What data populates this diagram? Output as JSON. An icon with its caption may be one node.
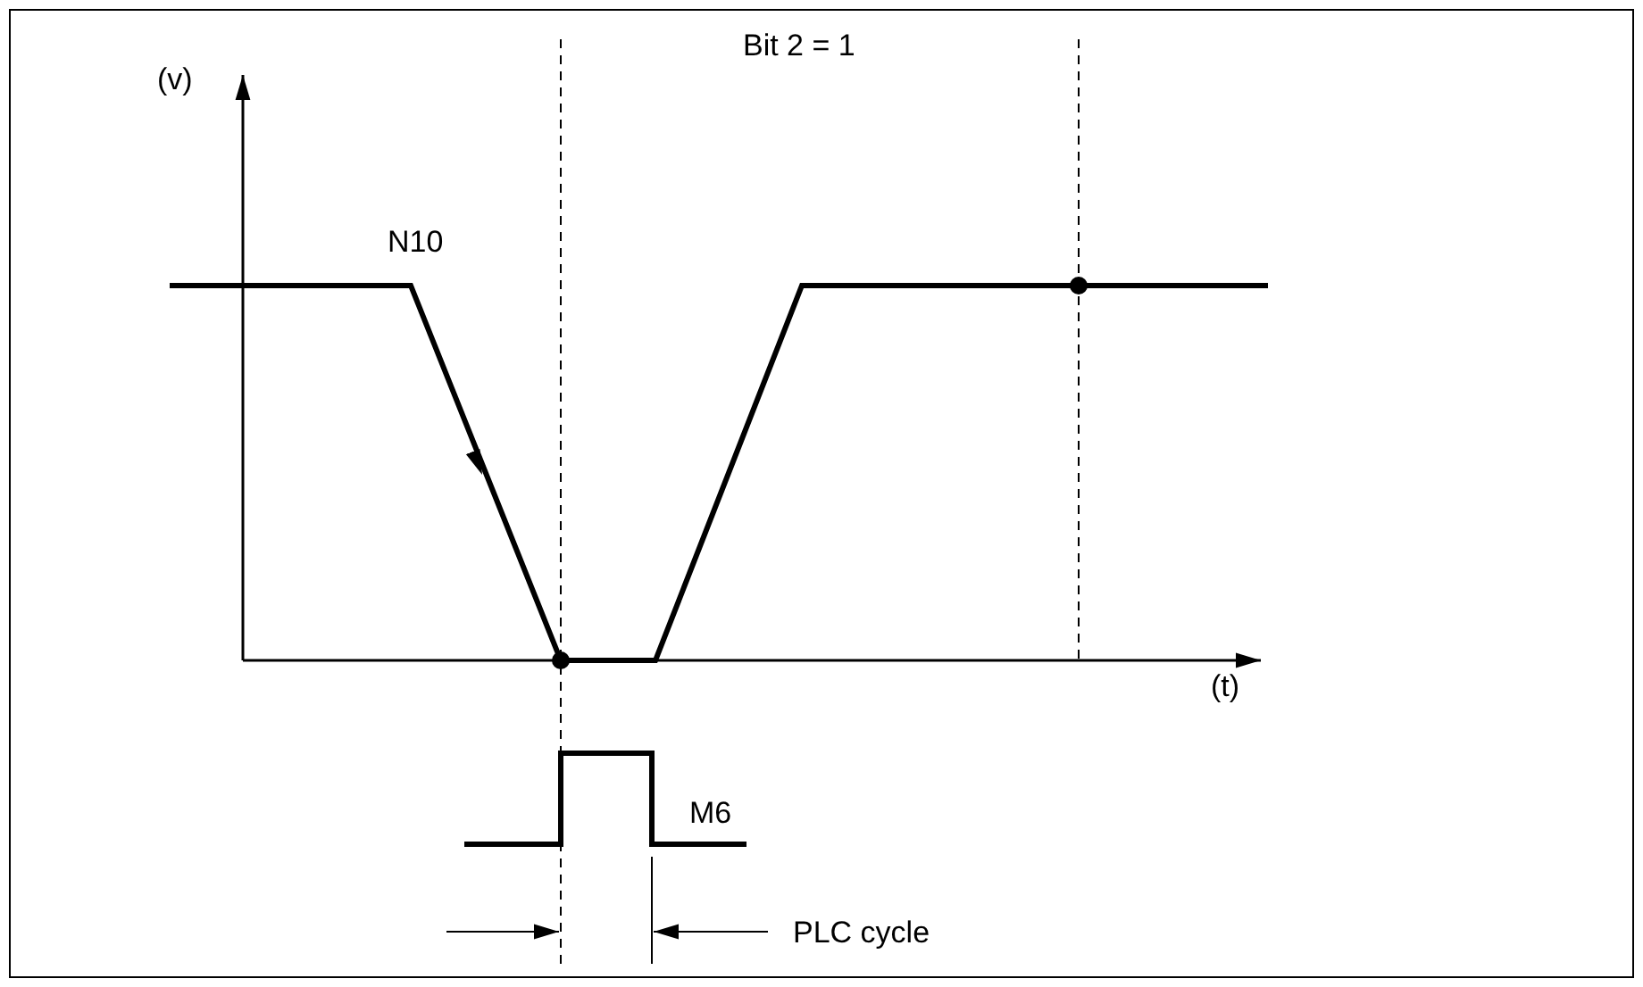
{
  "diagram": {
    "labels": [
      "(v)",
      "Bit 2 = 1",
      "N10",
      "(t)",
      "M6",
      "PLC cycle"
    ]
  }
}
